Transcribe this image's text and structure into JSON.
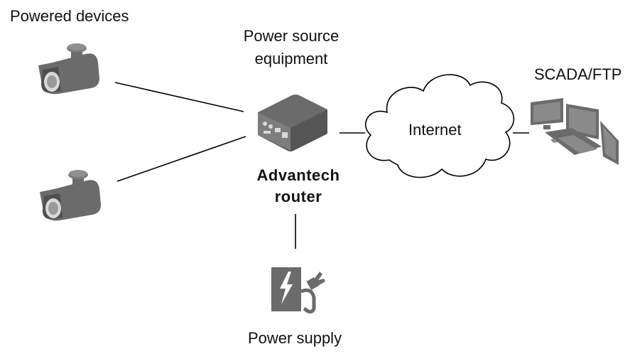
{
  "labels": {
    "powered_devices": "Powered devices",
    "pse_line1": "Power source",
    "pse_line2": "equipment",
    "router_line1": "Advantech",
    "router_line2": "router",
    "internet": "Internet",
    "scada": "SCADA/FTP",
    "power_supply": "Power supply"
  },
  "icons": {
    "camera": "security-camera-icon",
    "router": "router-icon",
    "cloud": "cloud-icon",
    "workstation": "computer-workstation-icon",
    "power_supply": "power-plug-icon"
  },
  "colors": {
    "icon_fill": "#6b6b6b",
    "icon_light": "#d9d9d9",
    "line": "#000000"
  }
}
